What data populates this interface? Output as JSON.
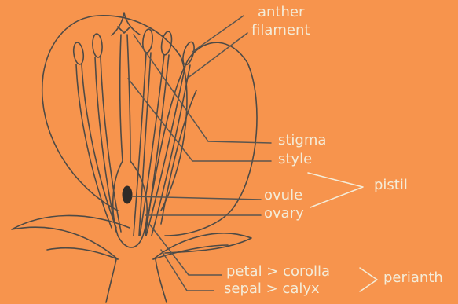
{
  "labels": {
    "anther": "anther",
    "filament": "filament",
    "stigma": "stigma",
    "style": "style",
    "ovule": "ovule",
    "ovary": "ovary",
    "petal_corolla": "petal > corolla",
    "sepal_calyx": "sepal > calyx",
    "pistil": "pistil",
    "perianth": "perianth"
  },
  "colors": {
    "background": "#f7944d",
    "line_art": "#4e4a45",
    "label_text": "#f4ecd8",
    "ovule": "#2f2b28"
  }
}
